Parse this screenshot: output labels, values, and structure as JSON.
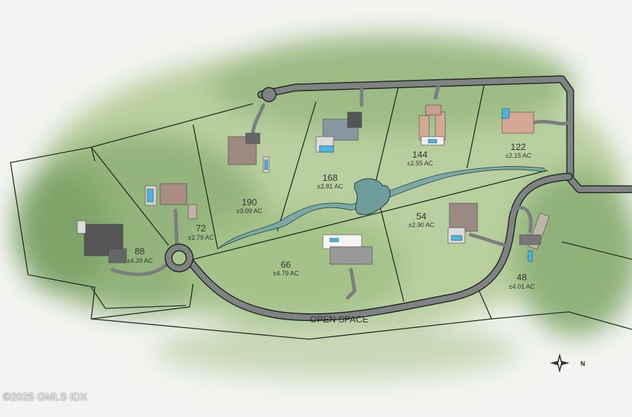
{
  "colors": {
    "grass": "#a9c48f",
    "grass_dark": "#7fa46a",
    "road": "#7b7d7e",
    "lot_line": "#1e2a1e",
    "water": "#6e9c9a",
    "pool": "#48b6e6",
    "text": "#333333"
  },
  "lots": [
    {
      "number": "190",
      "acreage": "±3.09 AC"
    },
    {
      "number": "168",
      "acreage": "±2.81 AC"
    },
    {
      "number": "144",
      "acreage": "±2.55 AC"
    },
    {
      "number": "122",
      "acreage": "±2.15 AC"
    },
    {
      "number": "72",
      "acreage": "±2.79 AC"
    },
    {
      "number": "88",
      "acreage": "±4.39 AC"
    },
    {
      "number": "66",
      "acreage": "±4.79 AC"
    },
    {
      "number": "54",
      "acreage": "±2.90 AC"
    },
    {
      "number": "48",
      "acreage": "±4.01 AC"
    }
  ],
  "open_space_label": "OPEN SPACE",
  "compass": {
    "icon": "compass-rose-icon",
    "label": "N"
  },
  "watermark": "©2025 GMLS IDX"
}
